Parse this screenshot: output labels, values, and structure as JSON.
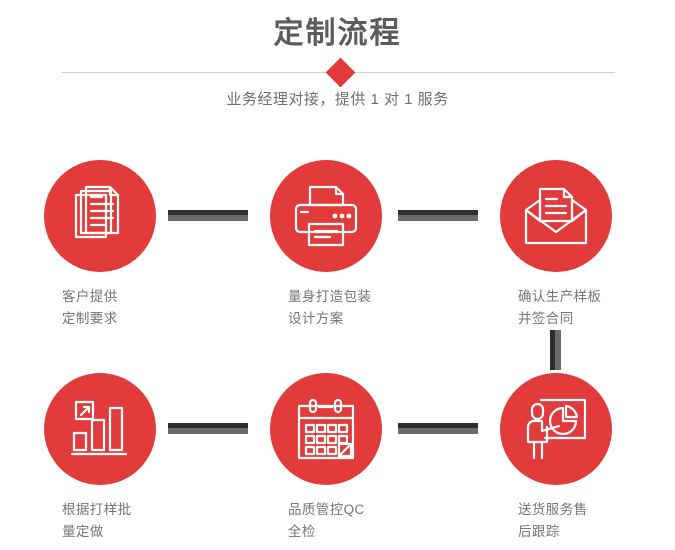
{
  "header": {
    "title": "定制流程",
    "subtitle": "业务经理对接，提供 1 对 1 服务",
    "divider_ornament": "diamond",
    "title_color": "#5c5c5c",
    "subtitle_color": "#6e6e6e",
    "accent_color": "#e23b3b"
  },
  "theme": {
    "circle_fill": "#e23b3b",
    "icon_stroke": "#ffffff",
    "connector_dark": "#2e2e2e",
    "connector_light": "#6b6b6b",
    "label_color": "#767676",
    "divider_color": "#cfcfcf",
    "background": "#ffffff"
  },
  "steps": [
    {
      "index": 1,
      "icon": "documents-icon",
      "label": "客户提供\n定制要求"
    },
    {
      "index": 2,
      "icon": "printer-icon",
      "label": "量身打造包装\n设计方案"
    },
    {
      "index": 3,
      "icon": "envelope-document-icon",
      "label": "确认生产样板\n并签合同"
    },
    {
      "index": 4,
      "icon": "bar-chart-growth-icon",
      "label": "根据打样批\n量定做"
    },
    {
      "index": 5,
      "icon": "calendar-icon",
      "label": "品质管控QC\n全检"
    },
    {
      "index": 6,
      "icon": "presenter-pie-chart-icon",
      "label": "送货服务售\n后跟踪"
    }
  ],
  "connectors": [
    {
      "name": "connector-1-2",
      "orientation": "horizontal"
    },
    {
      "name": "connector-2-3",
      "orientation": "horizontal"
    },
    {
      "name": "connector-3-6",
      "orientation": "vertical"
    },
    {
      "name": "connector-4-5",
      "orientation": "horizontal"
    },
    {
      "name": "connector-5-6",
      "orientation": "horizontal"
    }
  ]
}
